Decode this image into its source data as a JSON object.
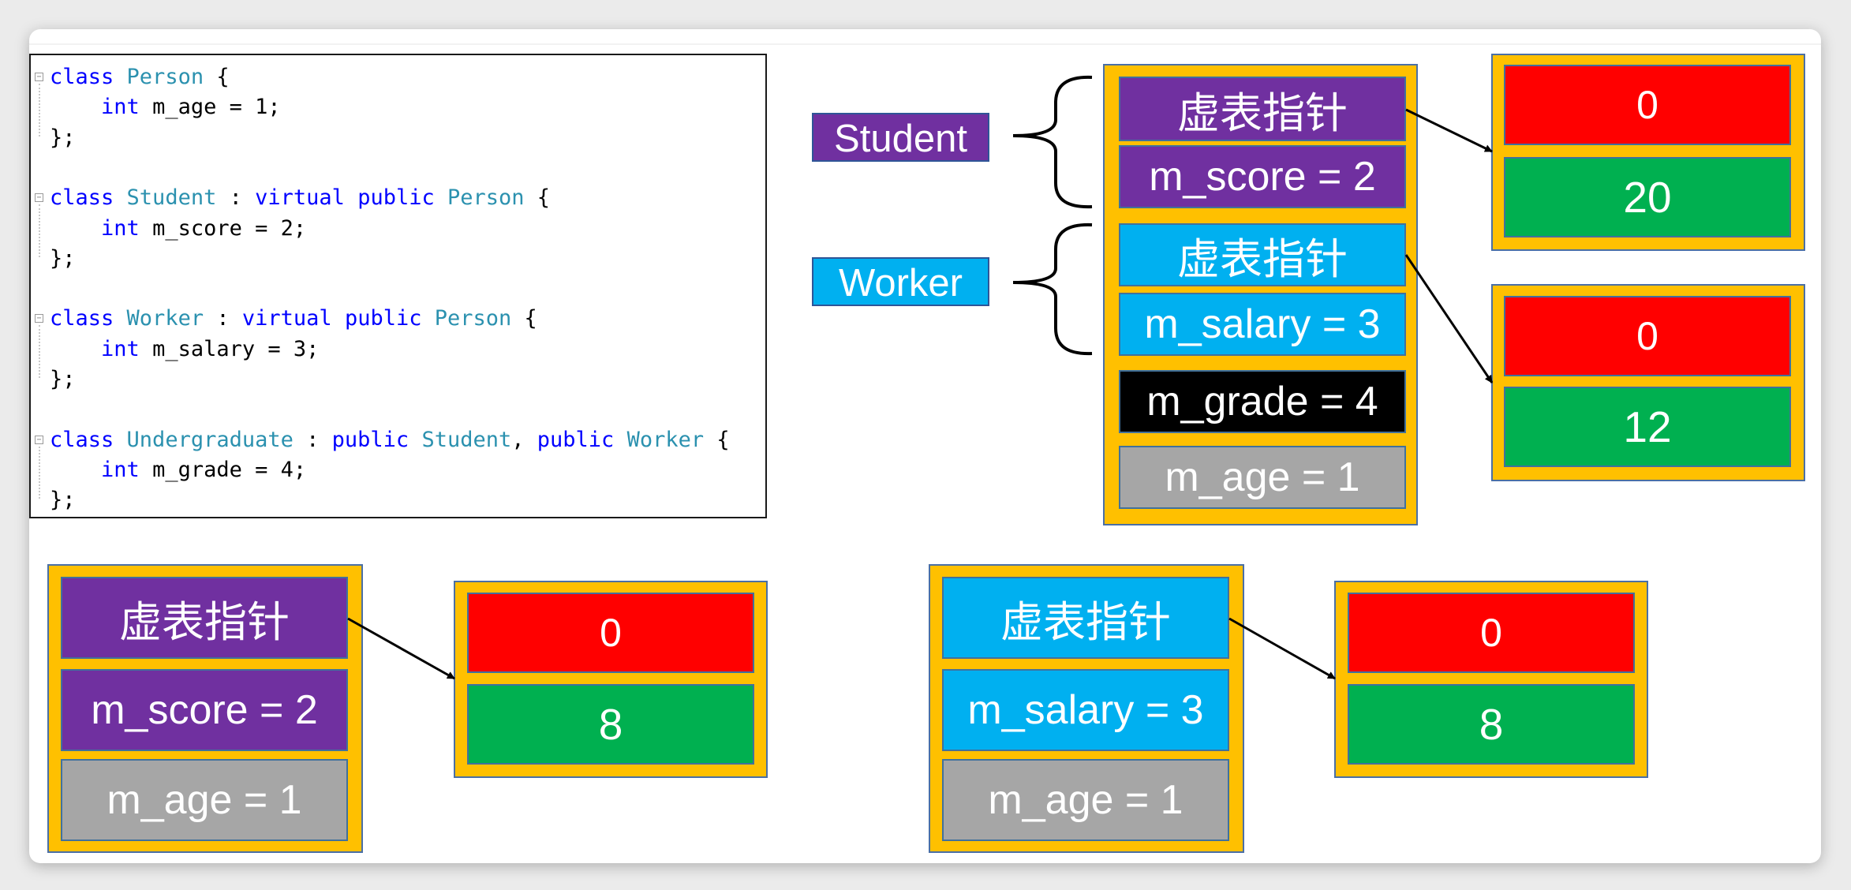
{
  "code": {
    "lines": [
      [
        "class",
        " ",
        "Person",
        " {"
      ],
      [
        "    ",
        "int",
        " m_age = 1;"
      ],
      [
        "};"
      ],
      [
        ""
      ],
      [
        "class",
        " ",
        "Student",
        " : ",
        "virtual",
        " ",
        "public",
        " ",
        "Person",
        " {"
      ],
      [
        "    ",
        "int",
        " m_score = 2;"
      ],
      [
        "};"
      ],
      [
        ""
      ],
      [
        "class",
        " ",
        "Worker",
        " : ",
        "virtual",
        " ",
        "public",
        " ",
        "Person",
        " {"
      ],
      [
        "    ",
        "int",
        " m_salary = 3;"
      ],
      [
        "};"
      ],
      [
        ""
      ],
      [
        "class",
        " ",
        "Undergraduate",
        " : ",
        "public",
        " ",
        "Student",
        ", ",
        "public",
        " ",
        "Worker",
        " {"
      ],
      [
        "    ",
        "int",
        " m_grade = 4;"
      ],
      [
        "};"
      ]
    ]
  },
  "labels": {
    "student": "Student",
    "worker": "Worker"
  },
  "undergrad_object": {
    "vptr_student": "虚表指针",
    "score": "m_score = 2",
    "vptr_worker": "虚表指针",
    "salary": "m_salary = 3",
    "grade": "m_grade = 4",
    "age": "m_age = 1"
  },
  "vtables_right": {
    "student": {
      "top": "0",
      "offset": "20"
    },
    "worker": {
      "top": "0",
      "offset": "12"
    }
  },
  "student_object": {
    "vptr": "虚表指针",
    "score": "m_score = 2",
    "age": "m_age = 1",
    "vtable": {
      "top": "0",
      "offset": "8"
    }
  },
  "worker_object": {
    "vptr": "虚表指针",
    "salary": "m_salary = 3",
    "age": "m_age = 1",
    "vtable": {
      "top": "0",
      "offset": "8"
    }
  },
  "colors": {
    "frame": "#ffc000",
    "student": "#7030a0",
    "worker": "#00b0f0",
    "grade": "#000000",
    "age": "#a6a6a6",
    "vt_top": "#ff0000",
    "vt_offset": "#00b050"
  }
}
